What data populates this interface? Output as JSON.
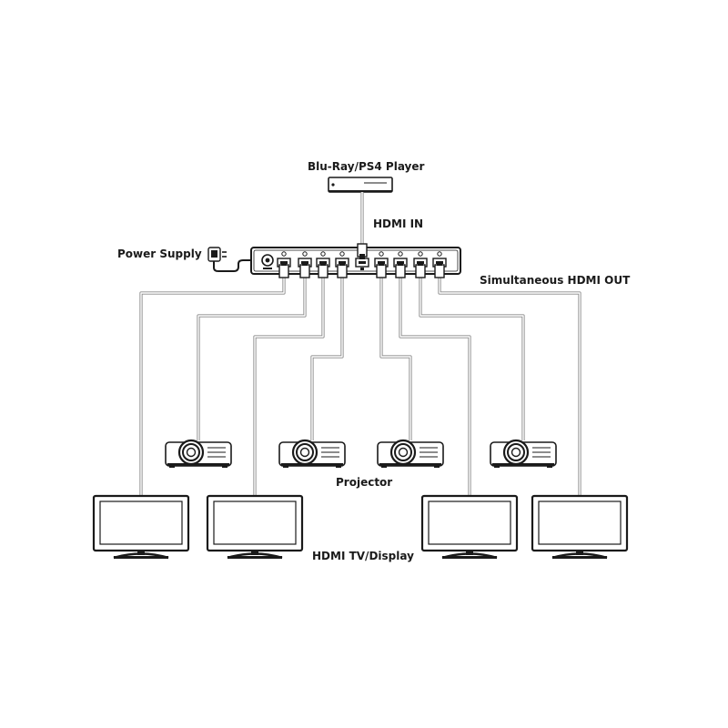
{
  "labels": {
    "source": "Blu-Ray/PS4 Player",
    "hdmi_in": "HDMI IN",
    "power": "Power Supply",
    "out": "Simultaneous HDMI OUT",
    "projector": "Projector",
    "display": "HDMI TV/Display"
  },
  "icons": {
    "source": "blu-ray-player-icon",
    "splitter": "hdmi-splitter-icon",
    "adapter": "power-adapter-icon",
    "projector": "projector-icon",
    "display": "tv-display-icon"
  },
  "colors": {
    "line": "#1a1a1a",
    "cable": "#8a8a8a",
    "background": "#ffffff"
  }
}
